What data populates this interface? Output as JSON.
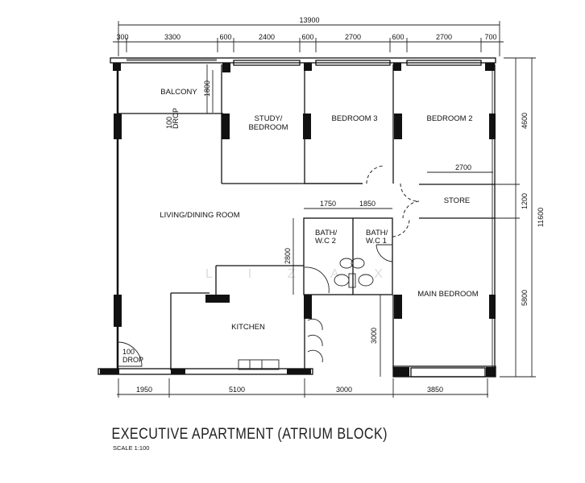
{
  "title": "EXECUTIVE APARTMENT  (ATRIUM BLOCK)",
  "scale": "SCALE  1:100",
  "watermark": "L I Z A X",
  "rooms": {
    "balcony": "BALCONY",
    "study_line1": "STUDY/",
    "study_line2": "BEDROOM",
    "bedroom3": "BEDROOM  3",
    "bedroom2": "BEDROOM  2",
    "living": "LIVING/DINING  ROOM",
    "store": "STORE",
    "bath2_line1": "BATH/",
    "bath2_line2": "W.C  2",
    "bath1_line1": "BATH/",
    "bath1_line2": "W.C  1",
    "kitchen": "KITCHEN",
    "main_bedroom": "MAIN  BEDROOM"
  },
  "notes": {
    "drop_balcony_value": "100",
    "drop_balcony_label": "DROP",
    "drop_living_value": "100",
    "drop_living_label": "DROP"
  },
  "dimensions": {
    "overall_width": "13900",
    "top": [
      "300",
      "3300",
      "600",
      "2400",
      "600",
      "2700",
      "600",
      "2700",
      "700"
    ],
    "bottom": [
      "1950",
      "5100",
      "3000",
      "3850"
    ],
    "right": [
      "4600",
      "1200",
      "5800"
    ],
    "overall_depth": "11600",
    "balcony_depth": "1800",
    "store_width": "2700",
    "bath2_width": "1750",
    "bath1_width": "1850",
    "bath_depth": "2800",
    "corridor": "3000"
  }
}
